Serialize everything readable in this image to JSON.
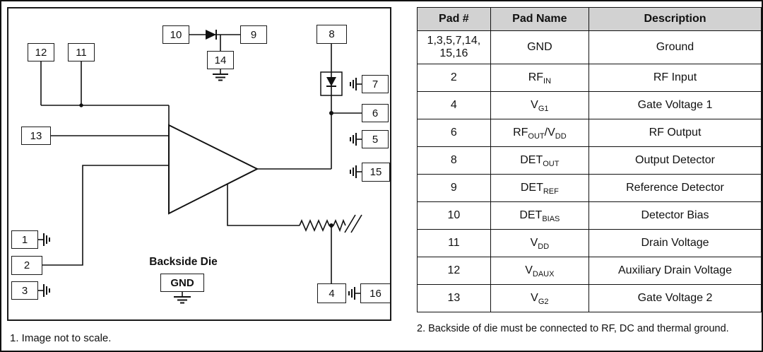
{
  "schematic": {
    "pads": [
      "12",
      "11",
      "10",
      "9",
      "14",
      "8",
      "7",
      "6",
      "5",
      "15",
      "13",
      "1",
      "2",
      "3",
      "4",
      "16"
    ],
    "backside_die_label": "Backside Die",
    "gnd_box_label": "GND",
    "footnote": "1.  Image not to scale."
  },
  "table": {
    "headers": [
      "Pad #",
      "Pad Name",
      "Description"
    ],
    "rows": [
      {
        "pad": "1,3,5,7,14,\n15,16",
        "name": [
          [
            "GND",
            ""
          ]
        ],
        "desc": "Ground"
      },
      {
        "pad": "2",
        "name": [
          [
            "RF",
            "IN"
          ]
        ],
        "desc": "RF Input"
      },
      {
        "pad": "4",
        "name": [
          [
            "V",
            "G1"
          ]
        ],
        "desc": "Gate Voltage 1"
      },
      {
        "pad": "6",
        "name": [
          [
            "RF",
            "OUT"
          ],
          [
            "/V",
            "DD"
          ]
        ],
        "desc": "RF Output"
      },
      {
        "pad": "8",
        "name": [
          [
            "DET",
            "OUT"
          ]
        ],
        "desc": "Output Detector"
      },
      {
        "pad": "9",
        "name": [
          [
            "DET",
            "REF"
          ]
        ],
        "desc": "Reference Detector"
      },
      {
        "pad": "10",
        "name": [
          [
            "DET",
            "BIAS"
          ]
        ],
        "desc": "Detector Bias"
      },
      {
        "pad": "11",
        "name": [
          [
            "V",
            "DD"
          ]
        ],
        "desc": "Drain Voltage"
      },
      {
        "pad": "12",
        "name": [
          [
            "V",
            "DAUX"
          ]
        ],
        "desc": "Auxiliary Drain Voltage"
      },
      {
        "pad": "13",
        "name": [
          [
            "V",
            "G2"
          ]
        ],
        "desc": "Gate Voltage 2"
      }
    ],
    "footnote": "2.  Backside of die must be connected to RF, DC and thermal ground."
  },
  "colors": {
    "table_header_bg": "#d2d2d2",
    "line": "#000000"
  }
}
